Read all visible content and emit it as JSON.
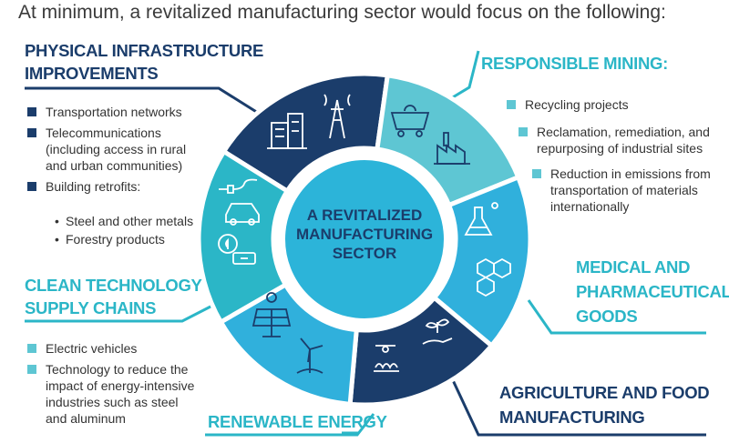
{
  "intro": "At minimum, a revitalized manufacturing sector would focus on the following:",
  "center": {
    "line1": "A REVITALIZED",
    "line2": "MANUFACTURING",
    "line3": "SECTOR"
  },
  "physical": {
    "title1": "PHYSICAL INFRASTRUCTURE",
    "title2": "IMPROVEMENTS",
    "items": [
      "Transportation networks",
      "Telecommunications",
      "(including access in rural",
      "and urban communities)",
      "Building retrofits:"
    ],
    "sub_items": [
      "Steel and other metals",
      "Forestry products"
    ]
  },
  "mining": {
    "title": "RESPONSIBLE MINING:",
    "items": [
      "Recycling projects",
      "Reclamation, remediation, and",
      "repurposing of industrial sites",
      "Reduction in emissions from",
      "transportation of materials",
      "internationally"
    ]
  },
  "clean_tech": {
    "title1": "CLEAN TECHNOLOGY",
    "title2": "SUPPLY CHAINS",
    "items": [
      "Electric vehicles",
      "Technology to reduce the",
      "impact of energy-intensive",
      "industries such as steel",
      "and aluminum"
    ]
  },
  "medical": {
    "line1": "MEDICAL AND",
    "line2": "PHARMACEUTICAL",
    "line3": "GOODS"
  },
  "agriculture": {
    "line1": "AGRICULTURE AND FOOD",
    "line2": "MANUFACTURING"
  },
  "renewable": {
    "title": "RENEWABLE ENERGY"
  },
  "colors": {
    "navy": "#1b3d6b",
    "teal": "#2bb6c7",
    "light_teal": "#5ec6d3",
    "mid_blue": "#30b0dc"
  },
  "icons": [
    "buildings-icon",
    "transmission-tower-icon",
    "recycling-cart-icon",
    "factory-icon",
    "flask-icon",
    "molecule-icon",
    "plant-hand-icon",
    "drone-crop-icon",
    "wind-turbine-icon",
    "solar-panel-icon",
    "electric-car-icon",
    "plug-icon",
    "leaf-battery-icon"
  ]
}
